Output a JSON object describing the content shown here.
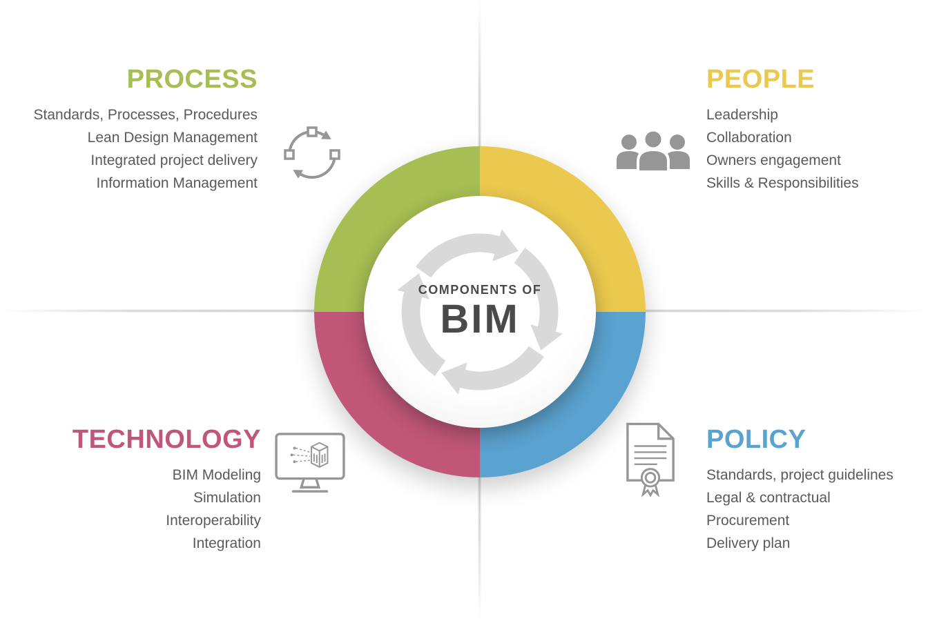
{
  "center": {
    "kicker": "COMPONENTS OF",
    "title": "BIM",
    "icon": "sync-arrows-icon"
  },
  "quadrants": [
    {
      "id": "process",
      "title": "PROCESS",
      "icon": "cycle-icon",
      "items": [
        "Standards, Processes, Procedures",
        "Lean Design Management",
        "Integrated project delivery",
        "Information Management"
      ]
    },
    {
      "id": "people",
      "title": "PEOPLE",
      "icon": "people-icon",
      "items": [
        "Leadership",
        "Collaboration",
        "Owners engagement",
        "Skills & Responsibilities"
      ]
    },
    {
      "id": "technology",
      "title": "TECHNOLOGY",
      "icon": "monitor-building-icon",
      "items": [
        "BIM Modeling",
        "Simulation",
        "Interoperability",
        "Integration"
      ]
    },
    {
      "id": "policy",
      "title": "POLICY",
      "icon": "certificate-icon",
      "items": [
        "Standards, project guidelines",
        "Legal & contractual",
        "Procurement",
        "Delivery plan"
      ]
    }
  ],
  "colors": {
    "process": "#a6be53",
    "people": "#eac94e",
    "technology": "#c05678",
    "policy": "#5aa2cf",
    "text": "#5a5a5a",
    "icon": "#969696",
    "center-arrows": "#d9d9d9",
    "center-text": "#4a4a4a"
  }
}
